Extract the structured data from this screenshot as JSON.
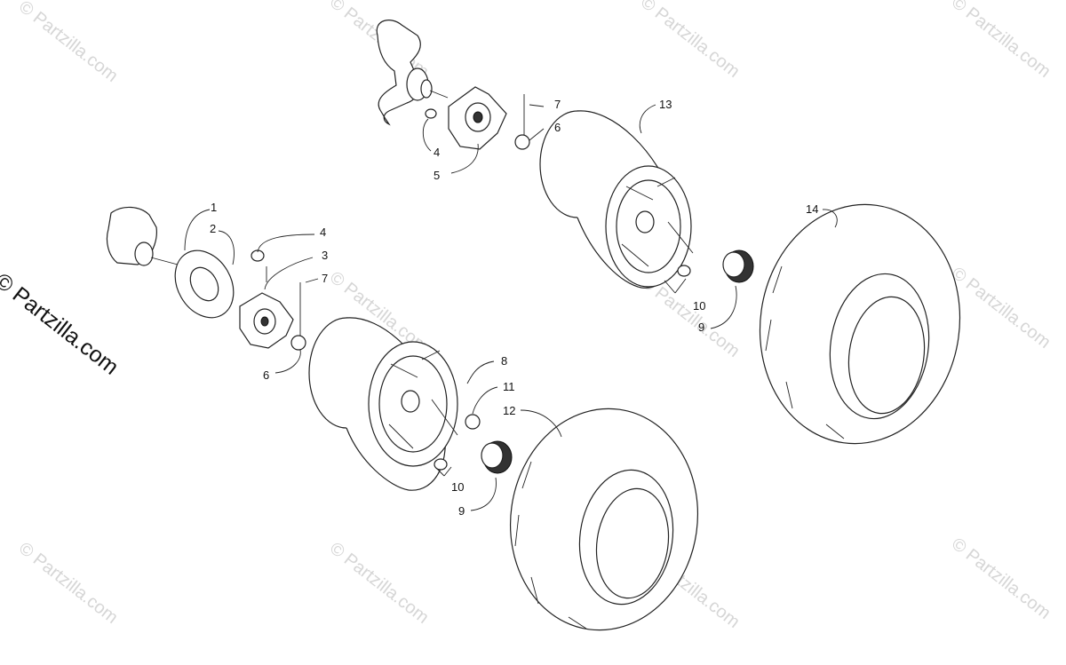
{
  "watermark": {
    "side_text": "© Partzilla.com",
    "tile_text": "© Partzilla.com"
  },
  "callouts": [
    {
      "id": "c1",
      "label": "1"
    },
    {
      "id": "c2",
      "label": "2"
    },
    {
      "id": "c4a",
      "label": "4"
    },
    {
      "id": "c3",
      "label": "3"
    },
    {
      "id": "c7a",
      "label": "7"
    },
    {
      "id": "c6a",
      "label": "6"
    },
    {
      "id": "c7b",
      "label": "7"
    },
    {
      "id": "c6b",
      "label": "6"
    },
    {
      "id": "c4b",
      "label": "4"
    },
    {
      "id": "c5",
      "label": "5"
    },
    {
      "id": "c13",
      "label": "13"
    },
    {
      "id": "c14",
      "label": "14"
    },
    {
      "id": "c10a",
      "label": "10"
    },
    {
      "id": "c9a",
      "label": "9"
    },
    {
      "id": "c8",
      "label": "8"
    },
    {
      "id": "c11",
      "label": "11"
    },
    {
      "id": "c12",
      "label": "12"
    },
    {
      "id": "c10b",
      "label": "10"
    },
    {
      "id": "c9b",
      "label": "9"
    }
  ]
}
